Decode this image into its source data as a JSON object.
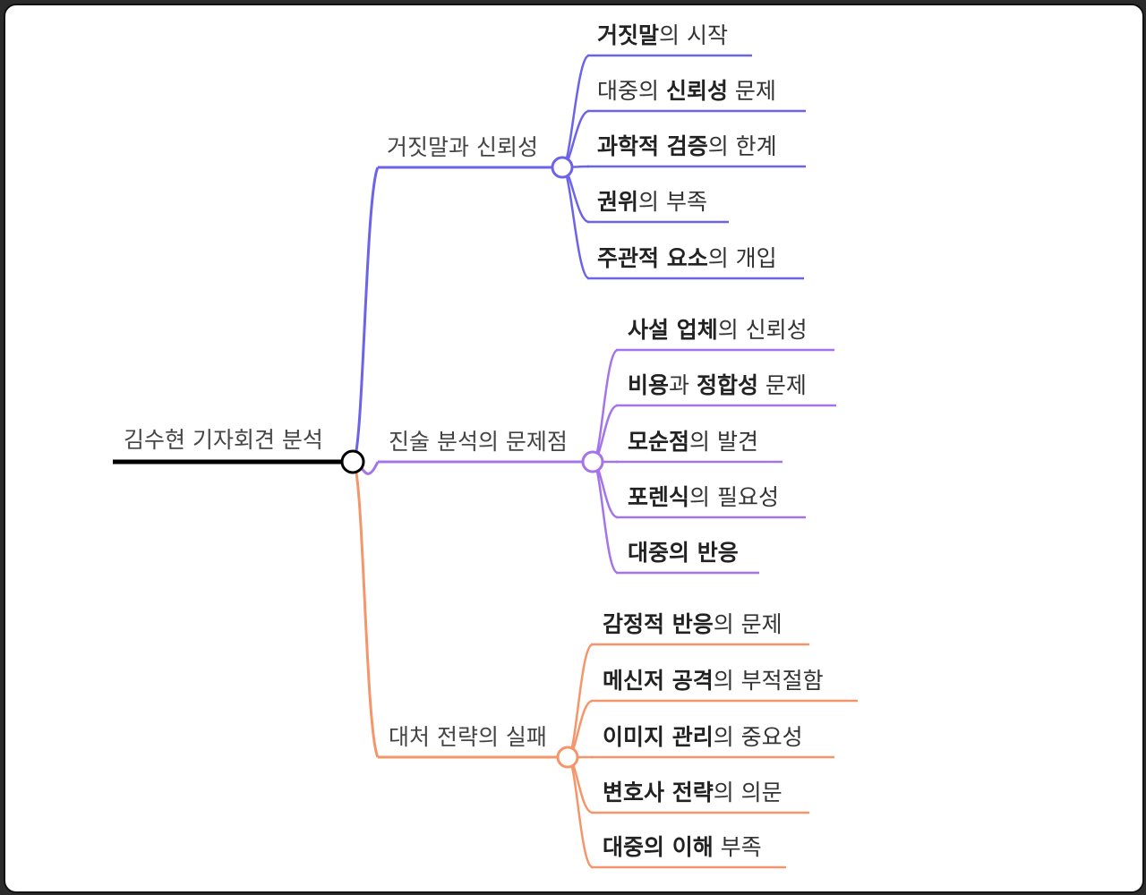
{
  "root": {
    "label": "김수현 기자회견 분석",
    "color": "#000000"
  },
  "branches": [
    {
      "label": "거짓말과 신뢰성",
      "color": "#6c63e8",
      "children": [
        [
          {
            "t": "거짓말",
            "b": true
          },
          {
            "t": "의 시작",
            "b": false
          }
        ],
        [
          {
            "t": "대중의 ",
            "b": false
          },
          {
            "t": "신뢰성",
            "b": true
          },
          {
            "t": " 문제",
            "b": false
          }
        ],
        [
          {
            "t": "과학적 검증",
            "b": true
          },
          {
            "t": "의 한계",
            "b": false
          }
        ],
        [
          {
            "t": "권위",
            "b": true
          },
          {
            "t": "의 부족",
            "b": false
          }
        ],
        [
          {
            "t": "주관적 요소",
            "b": true
          },
          {
            "t": "의 개입",
            "b": false
          }
        ]
      ]
    },
    {
      "label": "진술 분석의 문제점",
      "color": "#a474e8",
      "children": [
        [
          {
            "t": "사설 업체",
            "b": true
          },
          {
            "t": "의 신뢰성",
            "b": false
          }
        ],
        [
          {
            "t": "비용",
            "b": true
          },
          {
            "t": "과 ",
            "b": false
          },
          {
            "t": "정합성",
            "b": true
          },
          {
            "t": " 문제",
            "b": false
          }
        ],
        [
          {
            "t": "모순점",
            "b": true
          },
          {
            "t": "의 발견",
            "b": false
          }
        ],
        [
          {
            "t": "포렌식",
            "b": true
          },
          {
            "t": "의 필요성",
            "b": false
          }
        ],
        [
          {
            "t": "대중의 반응",
            "b": true
          }
        ]
      ]
    },
    {
      "label": "대처 전략의 실패",
      "color": "#f5956a",
      "children": [
        [
          {
            "t": "감정적 반응",
            "b": true
          },
          {
            "t": "의 문제",
            "b": false
          }
        ],
        [
          {
            "t": "메신저 공격",
            "b": true
          },
          {
            "t": "의 부적절함",
            "b": false
          }
        ],
        [
          {
            "t": "이미지 관리",
            "b": true
          },
          {
            "t": "의 중요성",
            "b": false
          }
        ],
        [
          {
            "t": "변호사 전략",
            "b": true
          },
          {
            "t": "의 의문",
            "b": false
          }
        ],
        [
          {
            "t": "대중의 이해",
            "b": true
          },
          {
            "t": " 부족",
            "b": false
          }
        ]
      ]
    }
  ]
}
